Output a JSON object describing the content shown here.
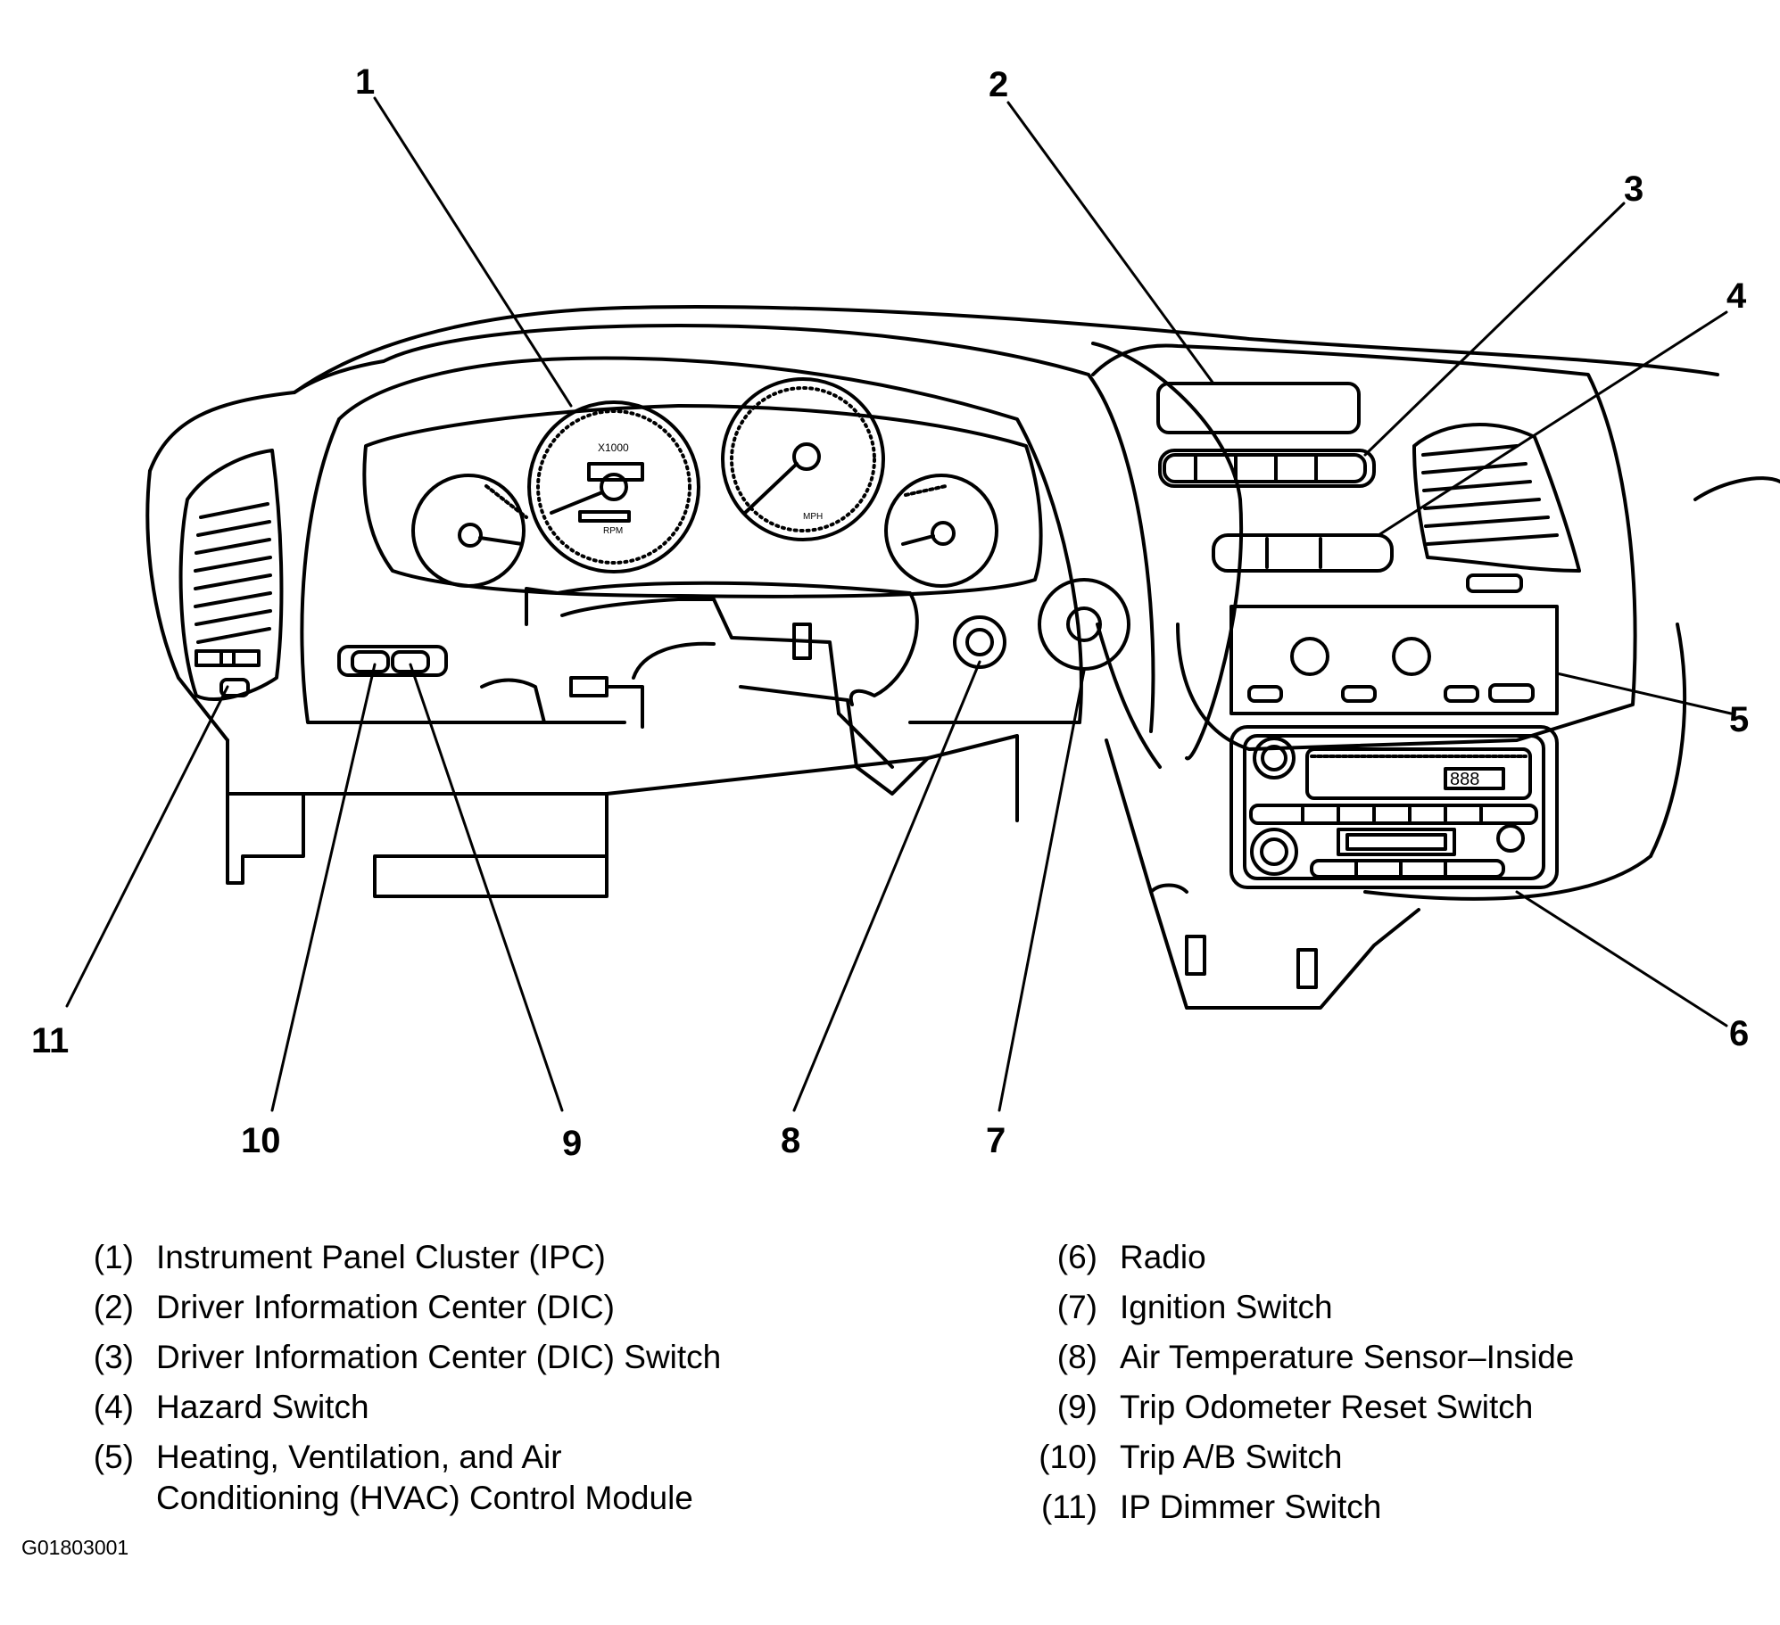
{
  "callouts": [
    "1",
    "2",
    "3",
    "4",
    "5",
    "6",
    "7",
    "8",
    "9",
    "10",
    "11"
  ],
  "legend_left": [
    {
      "num": "(1)",
      "text": "Instrument Panel Cluster (IPC)"
    },
    {
      "num": "(2)",
      "text": "Driver Information Center (DIC)"
    },
    {
      "num": "(3)",
      "text": "Driver Information Center (DIC) Switch"
    },
    {
      "num": "(4)",
      "text": "Hazard Switch"
    },
    {
      "num": "(5)",
      "text": "Heating, Ventilation, and Air",
      "text2": "Conditioning (HVAC) Control Module"
    }
  ],
  "legend_right": [
    {
      "num": "(6)",
      "text": "Radio"
    },
    {
      "num": "(7)",
      "text": "Ignition Switch"
    },
    {
      "num": "(8)",
      "text": "Air Temperature Sensor–Inside"
    },
    {
      "num": "(9)",
      "text": "Trip Odometer Reset Switch"
    },
    {
      "num": "(10)",
      "text": "Trip A/B Switch"
    },
    {
      "num": "(11)",
      "text": "IP Dimmer Switch"
    }
  ],
  "gauge_labels": {
    "tach_scale": "X1000",
    "tach_unit": "RPM",
    "speedo_unit": "MPH",
    "radio_display": "888"
  },
  "figure_id": "G01803001"
}
